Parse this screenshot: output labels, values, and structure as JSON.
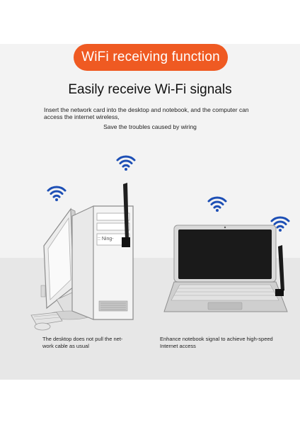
{
  "banner": {
    "label": "WiFi receiving function"
  },
  "headline": "Easily receive Wi-Fi signals",
  "description": "Insert the network card into the desktop and notebook, and the computer can access the internet wireless,",
  "subline": "Save the troubles caused by wiring",
  "tower_label": ":: Ning-",
  "captions": {
    "desktop": "The desktop does not pull the net-work cable as usual",
    "notebook": "Enhance notebook signal to achieve high-speed Internet access"
  },
  "colors": {
    "accent": "#ef5a22",
    "wifi": "#1d4fb5",
    "background": "#f3f3f3"
  },
  "icons": [
    "wifi-icon",
    "wifi-icon",
    "wifi-icon",
    "wifi-icon"
  ]
}
